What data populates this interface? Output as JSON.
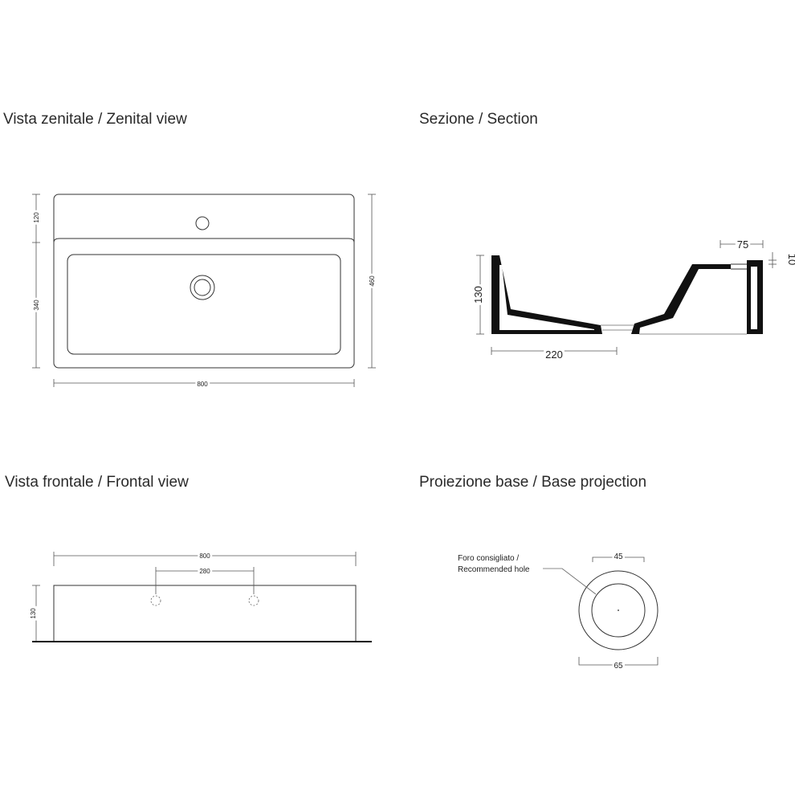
{
  "views": {
    "zenital": {
      "title": "Vista zenitale / Zenital view",
      "dim_width": "800",
      "dim_height": "460",
      "dim_front": "120",
      "dim_basin": "340"
    },
    "section": {
      "title": "Sezione / Section",
      "dim_depth": "130",
      "dim_length": "220",
      "dim_top": "75",
      "dim_rim": "10"
    },
    "frontal": {
      "title": "Vista frontale / Frontal view",
      "dim_width": "800",
      "dim_spacing": "280",
      "dim_height": "130"
    },
    "base": {
      "title": "Proiezione base / Base projection",
      "note_line1": "Foro consigliato /",
      "note_line2": "Recommended hole",
      "dim_inner": "45",
      "dim_outer": "65"
    }
  }
}
